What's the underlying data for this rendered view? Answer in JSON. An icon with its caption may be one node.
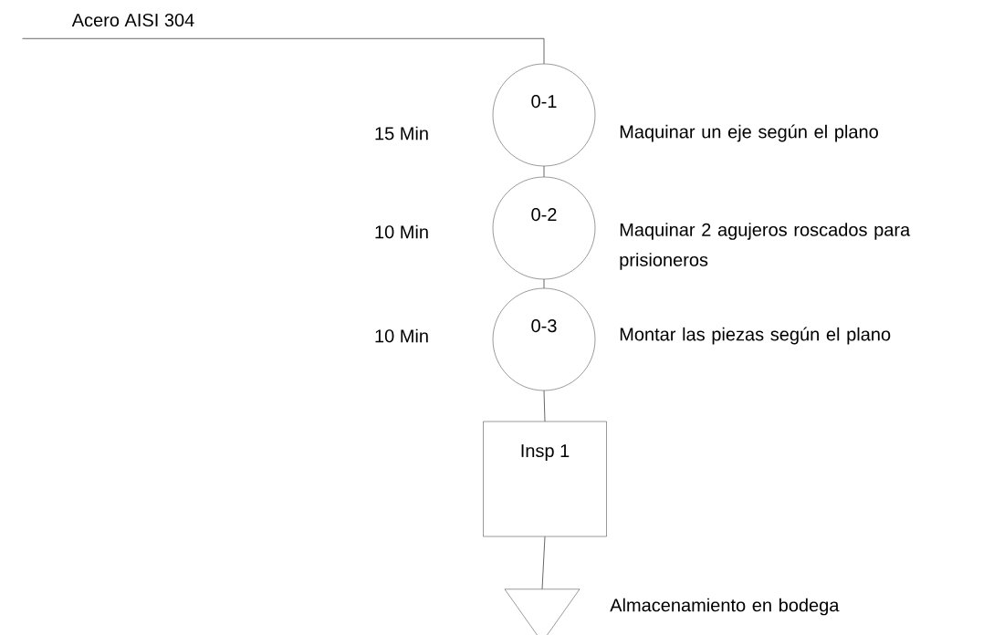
{
  "diagram": {
    "nodes": [
      {
        "text": [
          "Acero AISI 304"
        ]
      },
      {
        "text": [
          "0-1"
        ],
        "beside": [
          "Maquinar un eje según el plano"
        ]
      },
      {
        "text": [
          "0-2"
        ],
        "beside": [
          "Maquinar 2 agujeros roscados para prisioneros"
        ]
      },
      {
        "text": [
          "0-3"
        ],
        "beside": [
          "Montar las piezas según el plano"
        ]
      },
      {
        "text": [
          "Insp 1"
        ]
      },
      {
        "text": [],
        "shape": "triangle",
        "beside": [
          "Almacenamiento en bodega"
        ]
      }
    ],
    "edges": [
      {
        "from": 0,
        "to": 1,
        "arrow": "none"
      },
      {
        "from": 1,
        "to": 2,
        "arrow": "none"
      },
      {
        "from": 2,
        "to": 3,
        "arrow": "none"
      },
      {
        "from": 3,
        "to": 4,
        "arrow": "none"
      },
      {
        "from": 4,
        "to": 5,
        "arrow": "none"
      }
    ],
    "labels": [
      "15 Min",
      "10 Min",
      "10 Min"
    ]
  }
}
